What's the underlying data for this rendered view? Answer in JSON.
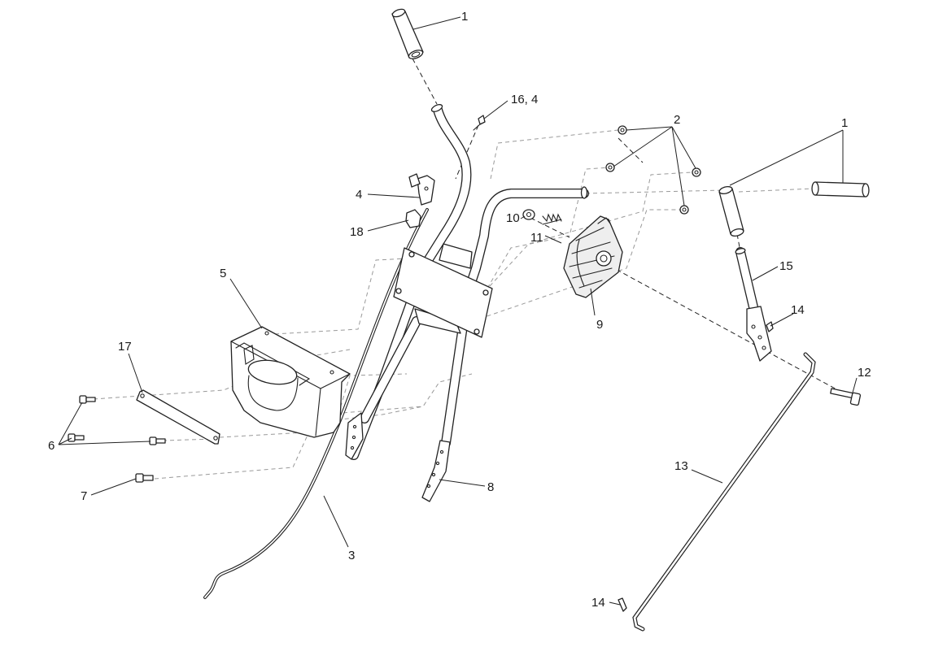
{
  "callouts": {
    "c1_top": "1",
    "c1_right": "1",
    "c2": "2",
    "c3": "3",
    "c4": "4",
    "c5": "5",
    "c6": "6",
    "c7": "7",
    "c8": "8",
    "c9": "9",
    "c10": "10",
    "c11": "11",
    "c12": "12",
    "c13": "13",
    "c14_upper": "14",
    "c14_lower": "14",
    "c15": "15",
    "c16_4": "16, 4",
    "c17": "17",
    "c18": "18"
  },
  "colors": {
    "line": "#222222",
    "assembly_dash": "#999999",
    "background": "#ffffff"
  }
}
